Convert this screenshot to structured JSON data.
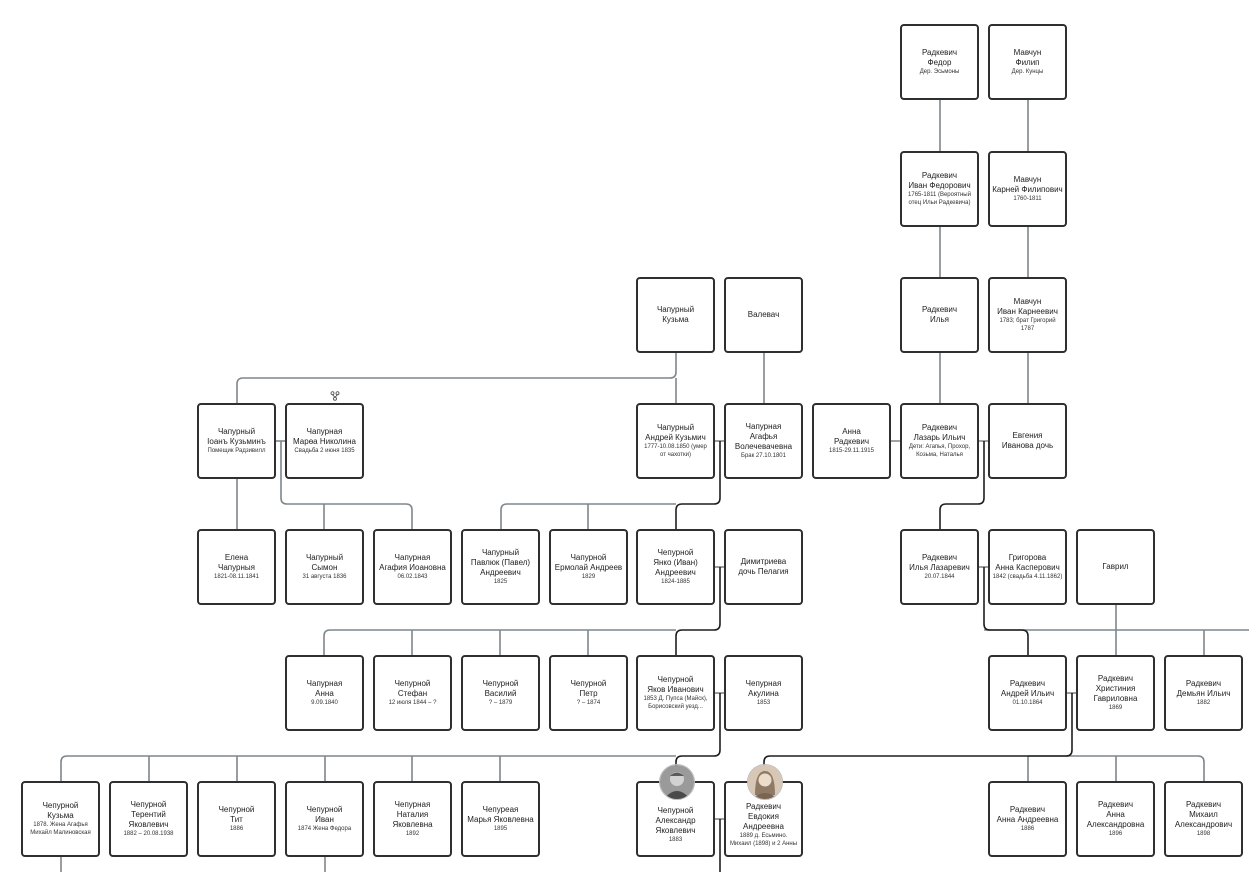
{
  "colors": {
    "line_grey": "#7d878c",
    "line_dark": "#1f1f1f",
    "card_border": "#2f2f2f"
  },
  "icons": {
    "family_marker": "family-tree-icon"
  },
  "people": {
    "radkevich_fedor": {
      "name": "Радкевич\nФедор",
      "info": "Дер. Эсьмоны"
    },
    "mavchun_filip": {
      "name": "Мавчун\nФилип",
      "info": "Дер. Кунцы"
    },
    "radkevich_ivan_f": {
      "name": "Радкевич\nИван Федорович",
      "info": "1765-1811 (Вероятный\nотец Ильи Радкевича)"
    },
    "mavchun_karney": {
      "name": "Мавчун\nКарней Филипович",
      "info": "1760-1811"
    },
    "chapurny_kuzma": {
      "name": "Чапурный\nКузьма",
      "info": ""
    },
    "valevach": {
      "name": "Валевач",
      "info": ""
    },
    "radkevich_ilya": {
      "name": "Радкевич\nИлья",
      "info": ""
    },
    "mavchun_ivan_k": {
      "name": "Мавчун\nИван Карнеевич",
      "info": "1783; брат Григорий\n1787"
    },
    "chapurny_ioan": {
      "name": "Чапурный\nІоанъ Кузьминъ",
      "info": "Помещик Радзивилл"
    },
    "chapurnaya_marfa": {
      "name": "Чапурная\nМарѳа Николина",
      "info": "Свадьба 2 июня 1835"
    },
    "chapurny_andrey": {
      "name": "Чапурный\nАндрей Кузьмич",
      "info": "1777-10.08.1850 (умер\nот чахотки)"
    },
    "chapurnaya_agafya": {
      "name": "Чапурная\nАгафья\nВолечевачевна",
      "info": "Брак 27.10.1801"
    },
    "anna_radkevich": {
      "name": "Анна\nРадкевич",
      "info": "1815-29.11.1915"
    },
    "radkevich_lazar": {
      "name": "Радкевич\nЛазарь Ильич",
      "info": "Дети: Агапья, Прохор,\nКозьма, Наталья"
    },
    "evgeniya": {
      "name": "Евгения\nИванова дочь",
      "info": ""
    },
    "elena": {
      "name": "Елена\nЧапурныя",
      "info": "1821-08.11.1841"
    },
    "simon": {
      "name": "Чапурный\nСымон",
      "info": "31 августа 1836"
    },
    "agafiya_i": {
      "name": "Чапурная\nАгафия Иоановна",
      "info": "06.02.1843"
    },
    "pavlyuk": {
      "name": "Чапурный\nПавлюк (Павел)\nАндреевич",
      "info": "1825"
    },
    "ermolay": {
      "name": "Чапурной\nЕрмолай Андреев",
      "info": "1829"
    },
    "yanko": {
      "name": "Чепурной\nЯнко (Иван)\nАндреевич",
      "info": "1824-1885"
    },
    "dimitrieva": {
      "name": "Димитриева\nдочь Пелагия",
      "info": ""
    },
    "radkevich_ilya_l": {
      "name": "Радкевич\nИлья Лазаревич",
      "info": "20.07.1844"
    },
    "grigorova": {
      "name": "Григорова\nАнна Касперович",
      "info": "1842 (свадьба 4.11.1862)"
    },
    "gavril": {
      "name": "Гаврил",
      "info": ""
    },
    "anna_ch": {
      "name": "Чапурная\nАнна",
      "info": "9.09.1840"
    },
    "stefan": {
      "name": "Чепурной\nСтефан",
      "info": "12 июля 1844 – ?"
    },
    "vasiliy": {
      "name": "Чепурной\nВасилий",
      "info": "? – 1879"
    },
    "petr": {
      "name": "Чепурной\nПетр",
      "info": "? – 1874"
    },
    "yakov": {
      "name": "Чепурной\nЯков Иванович",
      "info": "1853 Д. Пупса (Майск),\nБорисовский уезд..."
    },
    "akulina": {
      "name": "Чепурная\nАкулина",
      "info": "1853"
    },
    "andrey_ilyich": {
      "name": "Радкевич\nАндрей Ильич",
      "info": "01.10.1864"
    },
    "hristiniya": {
      "name": "Радкевич\nХристиния\nГавриловна",
      "info": "1869"
    },
    "demyan": {
      "name": "Радкевич\nДемьян Ильич",
      "info": "1882"
    },
    "kuzma_ch": {
      "name": "Чепурной\nКузьма",
      "info": "1878. Жена Агафья\nМихайл Малиновская"
    },
    "terentiy": {
      "name": "Чепурной\nТерентий\nЯковлевич",
      "info": "1882 – 20.08.1938"
    },
    "tit": {
      "name": "Чепурной\nТит",
      "info": "1886"
    },
    "ivan_ch": {
      "name": "Чепурной\nИван",
      "info": "1874 Жена Федора"
    },
    "nataliya": {
      "name": "Чепурная\nНаталия Яковлевна",
      "info": "1892"
    },
    "marya": {
      "name": "Чепуреая\nМарья Яковлевна",
      "info": "1895"
    },
    "aleksandr": {
      "name": "Чепурной\nАлександр\nЯковлевич",
      "info": "1883"
    },
    "evdokiya": {
      "name": "Радкевич\nЕвдокия Андреевна",
      "info": "1889 д. Есьмино.\nМихаил (1898) и 2 Анны"
    },
    "anna_andreevna": {
      "name": "Радкевич\nАнна Андреевна",
      "info": "1886"
    },
    "anna_aleksandrovna": {
      "name": "Радкевич\nАнна\nАлександровна",
      "info": "1896"
    },
    "mikhail": {
      "name": "Радкевич\nМихаил\nАлександрович",
      "info": "1898"
    }
  }
}
